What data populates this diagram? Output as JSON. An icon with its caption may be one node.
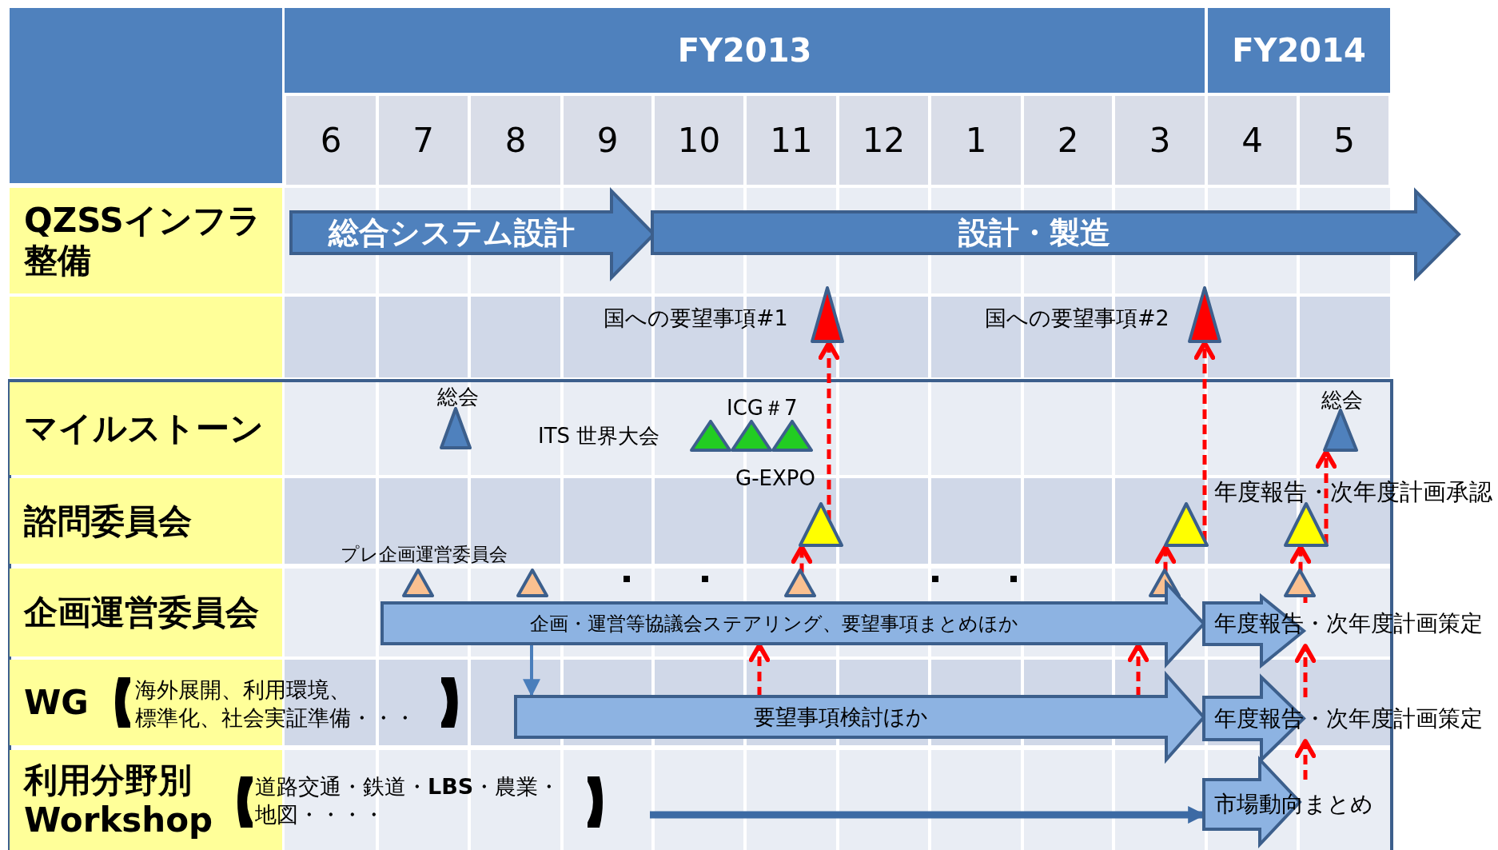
{
  "diagram": {
    "nodes": [
      {
        "text": [
          "総合システム設計"
        ]
      },
      {
        "text": [
          "設計・製造"
        ]
      },
      {
        "text": [],
        "shape": "triangle",
        "beside": [
          "国への要望事項#1"
        ]
      },
      {
        "text": [],
        "shape": "triangle",
        "beside": [
          "国への要望事項#2"
        ]
      },
      {
        "text": [],
        "shape": "triangle",
        "beside": [
          "総会"
        ]
      },
      {
        "text": [],
        "shape": "triangle",
        "beside": [
          "ITS 世界大会"
        ]
      },
      {
        "text": [],
        "shape": "triangle",
        "beside": [
          "ICG＃7"
        ]
      },
      {
        "text": [],
        "shape": "triangle",
        "beside": [
          "G-EXPO"
        ]
      },
      {
        "text": [],
        "shape": "triangle"
      },
      {
        "text": [],
        "shape": "triangle"
      },
      {
        "text": [],
        "shape": "triangle",
        "beside": [
          "年度報告・次年度計画承認"
        ]
      },
      {
        "text": [],
        "shape": "triangle",
        "beside": [
          "総会"
        ]
      },
      {
        "text": [],
        "shape": "triangle"
      },
      {
        "text": [],
        "shape": "triangle"
      },
      {
        "text": [],
        "shape": "triangle"
      },
      {
        "text": [],
        "shape": "triangle"
      },
      {
        "text": [],
        "shape": "triangle"
      },
      {
        "text": [
          "企画・運営等協議会ステアリング、要望事項まとめほか"
        ]
      },
      {
        "text": [
          "年度報告・次年度計画策定"
        ]
      },
      {
        "text": [
          "要望事項検討ほか"
        ]
      },
      {
        "text": [
          "年度報告・次年度計画策定"
        ]
      },
      {
        "text": [
          "市場動向まとめ"
        ]
      }
    ],
    "edges": [
      {
        "from": 14,
        "to": 8,
        "arrow": "to",
        "style": "dashed"
      },
      {
        "from": 8,
        "to": 2,
        "arrow": "to",
        "style": "dashed"
      },
      {
        "from": 15,
        "to": 9,
        "arrow": "to",
        "style": "dashed"
      },
      {
        "from": 9,
        "to": 3,
        "arrow": "to",
        "style": "dashed"
      },
      {
        "from": 16,
        "to": 10,
        "arrow": "to",
        "style": "dashed"
      },
      {
        "from": 10,
        "to": 11,
        "arrow": "to",
        "style": "dashed"
      },
      {
        "from": 21,
        "to": 20,
        "arrow": "to",
        "style": "dashed"
      },
      {
        "from": 20,
        "to": 18,
        "arrow": "to",
        "style": "dashed"
      },
      {
        "from": 18,
        "to": 16,
        "arrow": "none",
        "style": "dashed"
      },
      {
        "from": 17,
        "to": 19,
        "arrow": "to",
        "color": "#4a7ebb"
      },
      {
        "from": 19,
        "to": 17,
        "arrow": "to",
        "style": "dashed"
      },
      {
        "from": 19,
        "to": 17,
        "arrow": "to",
        "style": "dashed"
      },
      {
        "from": null,
        "to": 21,
        "arrow": "to",
        "style": "thick",
        "color": "#3c6aa4"
      }
    ],
    "labels": [
      "FY2013",
      "FY2014",
      "6",
      "7",
      "8",
      "9",
      "10",
      "11",
      "12",
      "1",
      "2",
      "3",
      "4",
      "5",
      "QZSSインフラ整備",
      "マイルストーン",
      "諮問委員会",
      "プレ企画運営委員会",
      "企画運営委員会",
      "WG",
      "海外展開、利用環境、標準化、社会実証準備・・・",
      "利用分野別 Workshop",
      "道路交通・鉄道・**LBS**・農業・地図・・・・"
    ]
  }
}
